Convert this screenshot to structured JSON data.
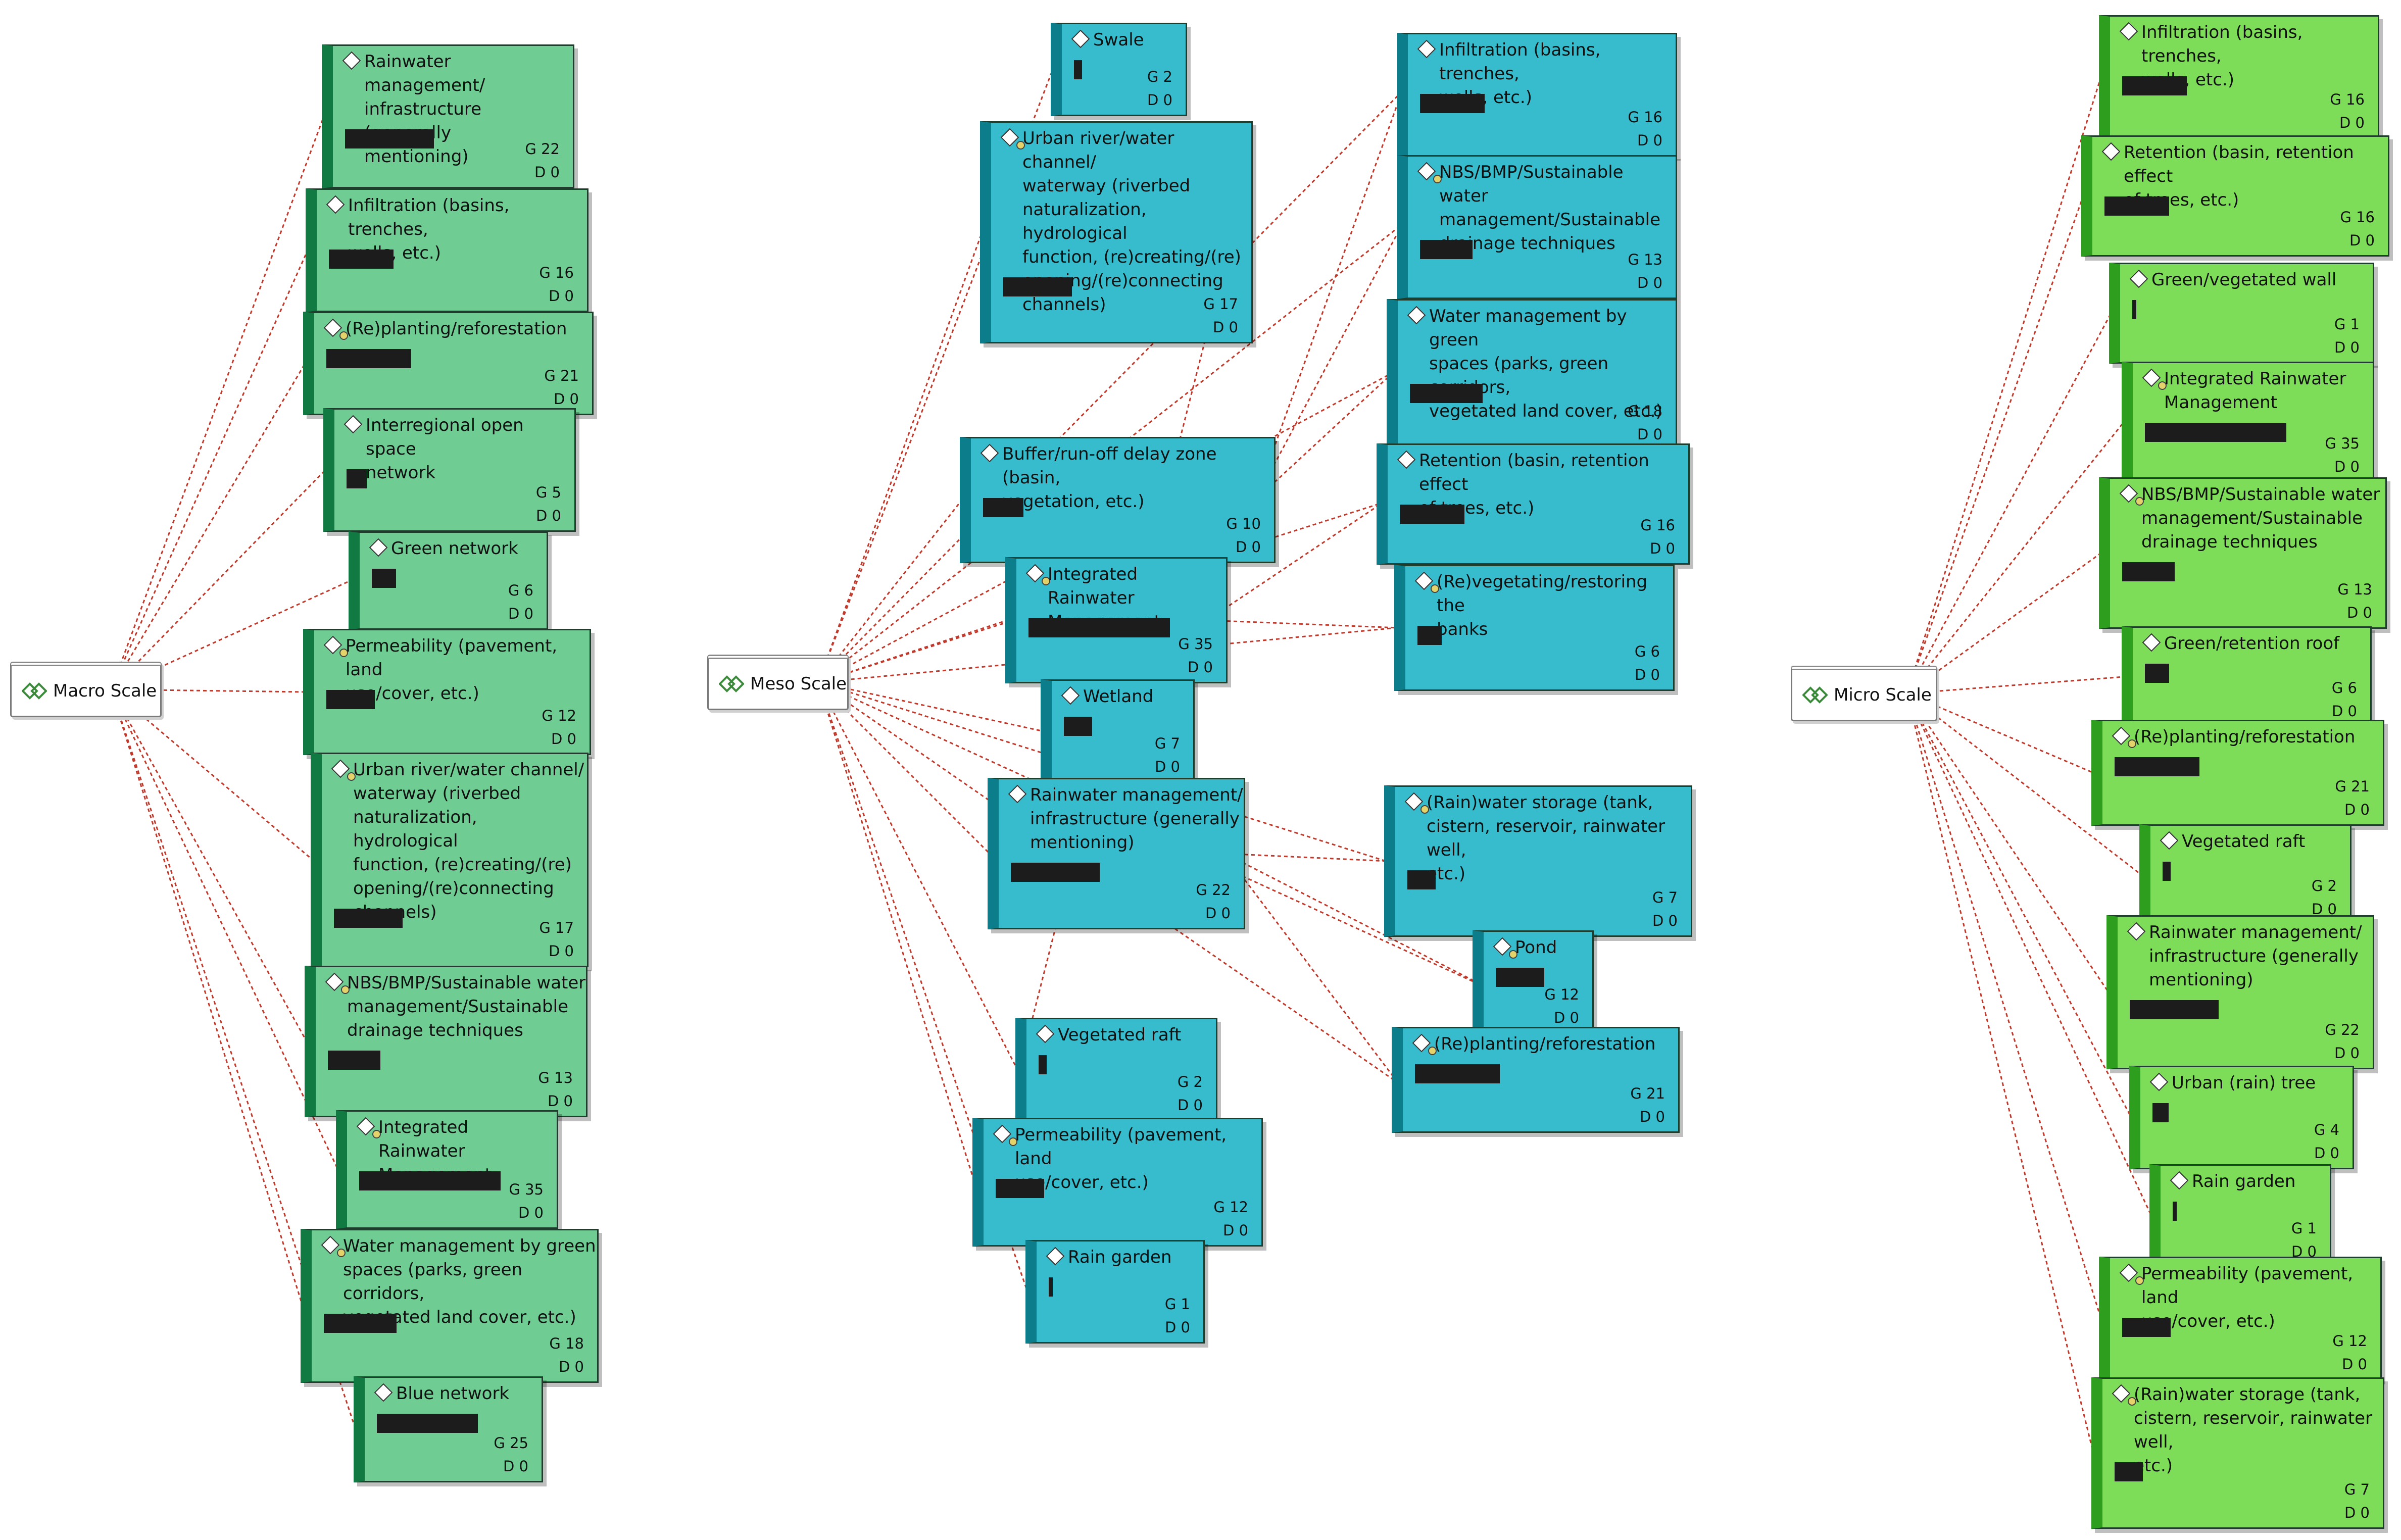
{
  "roots": [
    {
      "id": "macro",
      "label": "Macro Scale"
    },
    {
      "id": "meso",
      "label": "Meso Scale"
    },
    {
      "id": "micro",
      "label": "Micro Scale"
    }
  ],
  "nodes": [
    {
      "id": "ma1",
      "root": "macro",
      "label": "Rainwater management/\ninfrastructure (generally\nmentioning)",
      "g": "22",
      "d": "0",
      "badge": false
    },
    {
      "id": "ma2",
      "root": "macro",
      "label": "Infiltration (basins, trenches,\nwells, etc.)",
      "g": "16",
      "d": "0",
      "badge": false
    },
    {
      "id": "ma3",
      "root": "macro",
      "label": "(Re)planting/reforestation",
      "g": "21",
      "d": "0",
      "badge": true
    },
    {
      "id": "ma4",
      "root": "macro",
      "label": "Interregional open space\nnetwork",
      "g": "5",
      "d": "0",
      "badge": false
    },
    {
      "id": "ma5",
      "root": "macro",
      "label": "Green network",
      "g": "6",
      "d": "0",
      "badge": false
    },
    {
      "id": "ma6",
      "root": "macro",
      "label": "Permeability (pavement, land\nuse/cover, etc.)",
      "g": "12",
      "d": "0",
      "badge": true
    },
    {
      "id": "ma7",
      "root": "macro",
      "label": "Urban river/water channel/\nwaterway (riverbed\nnaturalization, hydrological\nfunction, (re)creating/(re)\nopening/(re)connecting\nchannels)",
      "g": "17",
      "d": "0",
      "badge": true
    },
    {
      "id": "ma8",
      "root": "macro",
      "label": "NBS/BMP/Sustainable water\nmanagement/Sustainable\ndrainage techniques",
      "g": "13",
      "d": "0",
      "badge": true
    },
    {
      "id": "ma9",
      "root": "macro",
      "label": "Integrated Rainwater\nManagement",
      "g": "35",
      "d": "0",
      "badge": true
    },
    {
      "id": "ma10",
      "root": "macro",
      "label": "Water management by green\nspaces (parks, green corridors,\nvegetated land cover, etc.)",
      "g": "18",
      "d": "0",
      "badge": true
    },
    {
      "id": "ma11",
      "root": "macro",
      "label": "Blue network",
      "g": "25",
      "d": "0",
      "badge": false
    },
    {
      "id": "me1",
      "root": "meso",
      "label": "Swale",
      "g": "2",
      "d": "0",
      "badge": false
    },
    {
      "id": "me2",
      "root": "meso",
      "label": "Urban river/water channel/\nwaterway (riverbed\nnaturalization, hydrological\nfunction, (re)creating/(re)\nopening/(re)connecting\nchannels)",
      "g": "17",
      "d": "0",
      "badge": true
    },
    {
      "id": "me3",
      "root": "meso",
      "label": "Buffer/run-off delay zone (basin,\nvegetation, etc.)",
      "g": "10",
      "d": "0",
      "badge": false
    },
    {
      "id": "me4",
      "root": "meso",
      "label": "Integrated Rainwater\nManagement",
      "g": "35",
      "d": "0",
      "badge": true
    },
    {
      "id": "me5",
      "root": "meso",
      "label": "Wetland",
      "g": "7",
      "d": "0",
      "badge": false
    },
    {
      "id": "me6",
      "root": "meso",
      "label": "Rainwater management/\ninfrastructure (generally\nmentioning)",
      "g": "22",
      "d": "0",
      "badge": false
    },
    {
      "id": "me7",
      "root": "meso",
      "label": "Vegetated raft",
      "g": "2",
      "d": "0",
      "badge": false
    },
    {
      "id": "me8",
      "root": "meso",
      "label": "Permeability (pavement, land\nuse/cover, etc.)",
      "g": "12",
      "d": "0",
      "badge": true
    },
    {
      "id": "me9",
      "root": "meso",
      "label": "Rain garden",
      "g": "1",
      "d": "0",
      "badge": false
    },
    {
      "id": "me10",
      "root": "meso",
      "label": "Infiltration (basins, trenches,\nwells, etc.)",
      "g": "16",
      "d": "0",
      "badge": false
    },
    {
      "id": "me11",
      "root": "meso",
      "label": "NBS/BMP/Sustainable water\nmanagement/Sustainable\ndrainage techniques",
      "g": "13",
      "d": "0",
      "badge": true
    },
    {
      "id": "me12",
      "root": "meso",
      "label": "Water management by green\nspaces (parks, green corridors,\nvegetated land cover, etc.)",
      "g": "18",
      "d": "0",
      "badge": false
    },
    {
      "id": "me13",
      "root": "meso",
      "label": "Retention (basin, retention effect\nof trees, etc.)",
      "g": "16",
      "d": "0",
      "badge": false
    },
    {
      "id": "me14",
      "root": "meso",
      "label": "(Re)vegetating/restoring the\nbanks",
      "g": "6",
      "d": "0",
      "badge": true
    },
    {
      "id": "me15",
      "root": "meso",
      "label": "(Rain)water storage (tank,\ncistern, reservoir, rainwater well,\netc.)",
      "g": "7",
      "d": "0",
      "badge": true
    },
    {
      "id": "me16",
      "root": "meso",
      "label": "Pond",
      "g": "12",
      "d": "0",
      "badge": true
    },
    {
      "id": "me17",
      "root": "meso",
      "label": "(Re)planting/reforestation",
      "g": "21",
      "d": "0",
      "badge": true
    },
    {
      "id": "mi1",
      "root": "micro",
      "label": "Infiltration (basins, trenches,\nwells, etc.)",
      "g": "16",
      "d": "0",
      "badge": false
    },
    {
      "id": "mi2",
      "root": "micro",
      "label": "Retention (basin, retention effect\nof trees, etc.)",
      "g": "16",
      "d": "0",
      "badge": false
    },
    {
      "id": "mi3",
      "root": "micro",
      "label": "Green/vegetated wall",
      "g": "1",
      "d": "0",
      "badge": false
    },
    {
      "id": "mi4",
      "root": "micro",
      "label": "Integrated Rainwater\nManagement",
      "g": "35",
      "d": "0",
      "badge": true
    },
    {
      "id": "mi5",
      "root": "micro",
      "label": "NBS/BMP/Sustainable water\nmanagement/Sustainable\ndrainage techniques",
      "g": "13",
      "d": "0",
      "badge": true
    },
    {
      "id": "mi6",
      "root": "micro",
      "label": "Green/retention roof",
      "g": "6",
      "d": "0",
      "badge": false
    },
    {
      "id": "mi7",
      "root": "micro",
      "label": "(Re)planting/reforestation",
      "g": "21",
      "d": "0",
      "badge": true
    },
    {
      "id": "mi8",
      "root": "micro",
      "label": "Vegetated raft",
      "g": "2",
      "d": "0",
      "badge": false
    },
    {
      "id": "mi9",
      "root": "micro",
      "label": "Rainwater management/\ninfrastructure (generally\nmentioning)",
      "g": "22",
      "d": "0",
      "badge": false
    },
    {
      "id": "mi10",
      "root": "micro",
      "label": "Urban (rain) tree",
      "g": "4",
      "d": "0",
      "badge": false
    },
    {
      "id": "mi11",
      "root": "micro",
      "label": "Rain garden",
      "g": "1",
      "d": "0",
      "badge": false
    },
    {
      "id": "mi12",
      "root": "micro",
      "label": "Permeability (pavement, land\nuse/cover, etc.)",
      "g": "12",
      "d": "0",
      "badge": true
    },
    {
      "id": "mi13",
      "root": "micro",
      "label": "(Rain)water storage (tank,\ncistern, reservoir, rainwater well,\netc.)",
      "g": "7",
      "d": "0",
      "badge": true
    }
  ],
  "style": {
    "link_color": "#c0392b",
    "macro_fill": "#6fcd93",
    "meso_fill": "#36bccc",
    "micro_fill": "#7ddd58"
  }
}
